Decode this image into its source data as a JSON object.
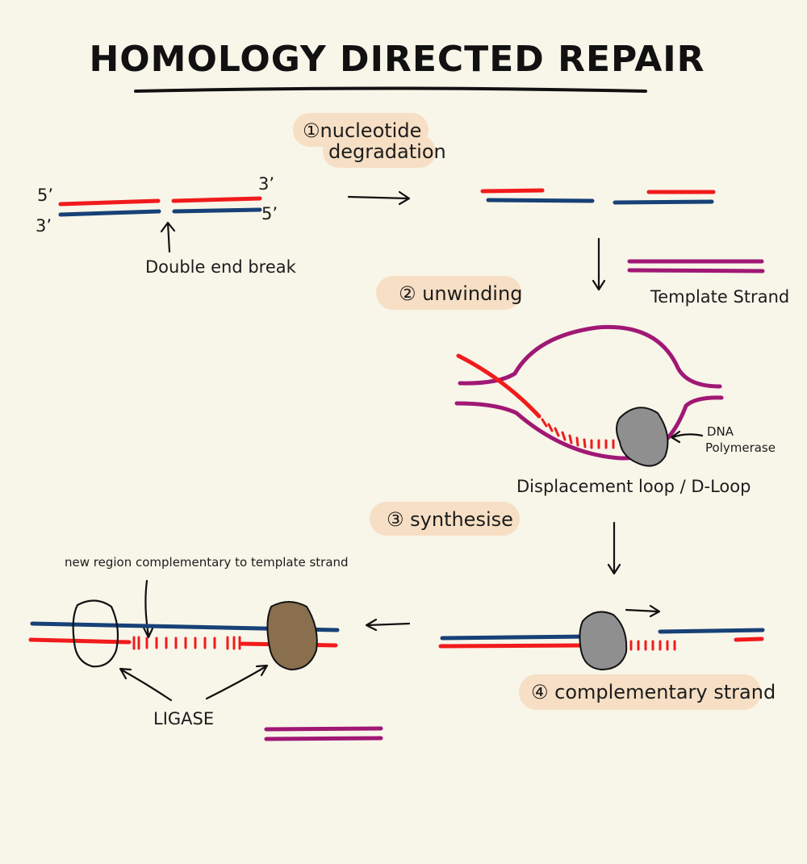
{
  "title": "HOMOLOGY DIRECTED REPAIR",
  "steps": {
    "step1_line1": "①nucleotide",
    "step1_line2": "degradation",
    "step2": "② unwinding",
    "step3": "③ synthesise",
    "step4": "④ complementary strand"
  },
  "labels": {
    "five_prime": "5’",
    "three_prime": "3’",
    "double_end_break": "Double end break",
    "template_strand": "Template Strand",
    "dna_polymerase_line1": "DNA",
    "dna_polymerase_line2": "Polymerase",
    "d_loop": "Displacement loop / D-Loop",
    "new_region": "new region complementary to template strand",
    "ligase": "LIGASE"
  },
  "colors": {
    "background": "#f8f5e9",
    "red_strand": "#f11b1b",
    "blue_strand": "#174177",
    "template_strand": "#a01874",
    "step_highlight": "#f6dfc4",
    "polymerase": "#8f8f8f",
    "ligase": "#8a6f4e"
  }
}
